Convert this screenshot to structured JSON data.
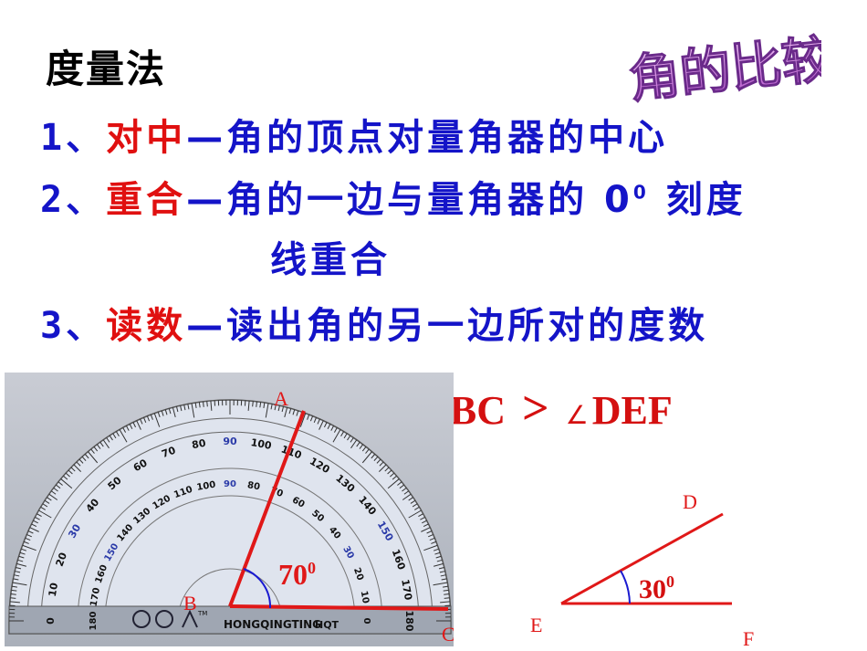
{
  "heading": "度量法",
  "badge": "角的比较",
  "steps": [
    {
      "num": "1",
      "sep": "、",
      "key": "对中",
      "dash": "—",
      "text": "角的顶点对量角器的中心"
    },
    {
      "num": "2",
      "sep": "、",
      "key": "重合",
      "dash": "—",
      "text": "角的一边与量角器的 0",
      "sup": "0",
      "text2": " 刻度",
      "cont": "线重合"
    },
    {
      "num": "3",
      "sep": "、",
      "key": "读数",
      "dash": "—",
      "text": "读出角的另一边所对的度数"
    }
  ],
  "comparison": {
    "angle_symbol": "∠",
    "left": "ABC",
    "op": ">",
    "right": "DEF"
  },
  "protractor": {
    "brand": "HONGQINGTING",
    "model": "HQT",
    "tm": "TM",
    "outer_ticks": [
      "0",
      "10",
      "20",
      "30",
      "40",
      "50",
      "60",
      "70",
      "80",
      "90",
      "100",
      "110",
      "120",
      "130",
      "140",
      "150",
      "160",
      "170",
      "180"
    ],
    "inner_ticks": [
      "180",
      "170",
      "160",
      "150",
      "140",
      "130",
      "120",
      "110",
      "100",
      "90",
      "80",
      "70",
      "60",
      "50",
      "40",
      "30",
      "20",
      "10",
      "0"
    ],
    "angle_value": "70",
    "angle_sup": "0",
    "label_A": "A",
    "label_B": "B",
    "label_C": "C"
  },
  "diagram": {
    "label_D": "D",
    "label_E": "E",
    "label_F": "F",
    "angle_value": "30",
    "angle_sup": "0"
  },
  "colors": {
    "step_text": "#1414c8",
    "step_key": "#e01010",
    "ray": "#e01818",
    "wordart": "#c060d0"
  }
}
